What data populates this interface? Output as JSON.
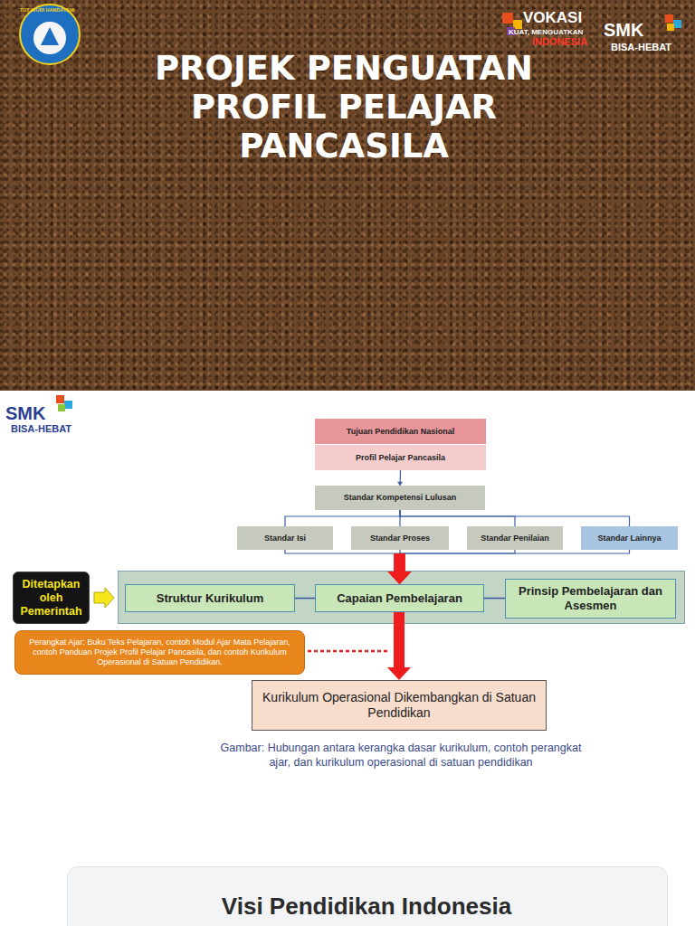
{
  "diagram": {
    "title": "PROJEK PENGUATAN PROFIL PELAJAR PANCASILA",
    "caption": "Gambar: Hubungan antara kerangka dasar kurikulum, contoh perangkat ajar, dan kurikulum operasional di satuan pendidikan",
    "nodes": [
      {
        "text": [
          "Tujuan Pendidikan Nasional"
        ]
      },
      {
        "text": [
          "Profil Pelajar Pancasila"
        ]
      },
      {
        "text": [
          "Standar Kompetensi Lulusan"
        ]
      },
      {
        "text": [
          "Standar Isi"
        ]
      },
      {
        "text": [
          "Standar Proses"
        ]
      },
      {
        "text": [
          "Standar Penilaian"
        ]
      },
      {
        "text": [
          "Standar Lainnya"
        ]
      },
      {
        "text": [
          "Ditetapkan oleh Pemerintah"
        ]
      },
      {
        "text": [
          "Struktur Kurikulum"
        ]
      },
      {
        "text": [
          "Capaian Pembelajaran"
        ]
      },
      {
        "text": [
          "Prinsip Pembelajaran dan Asesmen"
        ]
      },
      {
        "text": [
          "Perangkat Ajar: Buku Teks Pelajaran, contoh Modul Ajar Mata Pelajaran, contoh Panduan Projek Profil Pelajar Pancasila, dan contoh Kurikulum Operasional di Satuan Pendidikan."
        ]
      },
      {
        "text": [
          "Kurikulum Operasional Dikembangkan di Satuan Pendidikan"
        ]
      }
    ],
    "edges": [
      {
        "from": 1,
        "to": 2,
        "arrow": "to"
      },
      {
        "from": 2,
        "to": 3,
        "arrow": "none"
      },
      {
        "from": 2,
        "to": 4,
        "arrow": "none"
      },
      {
        "from": 2,
        "to": 5,
        "arrow": "none"
      },
      {
        "from": 2,
        "to": 6,
        "arrow": "none"
      },
      {
        "from": 3,
        "to": 9,
        "arrow": "to"
      },
      {
        "from": 4,
        "to": 9,
        "arrow": "to"
      },
      {
        "from": 5,
        "to": 9,
        "arrow": "to"
      },
      {
        "from": 6,
        "to": 9,
        "arrow": "to"
      },
      {
        "from": 7,
        "to": 8,
        "arrow": "to"
      },
      {
        "from": 8,
        "to": 9,
        "arrow": "none"
      },
      {
        "from": 9,
        "to": 10,
        "arrow": "none"
      },
      {
        "from": 9,
        "to": 12,
        "arrow": "to"
      }
    ],
    "labels": [
      "TUT WURI HANDAYANI",
      "VOKASI",
      "KUAT, MENGUATKAN",
      "INDONESIA",
      "SMK",
      "BISA-HEBAT",
      "SMK",
      "BISA-HEBAT",
      "Visi Pendidikan Indonesia"
    ]
  }
}
